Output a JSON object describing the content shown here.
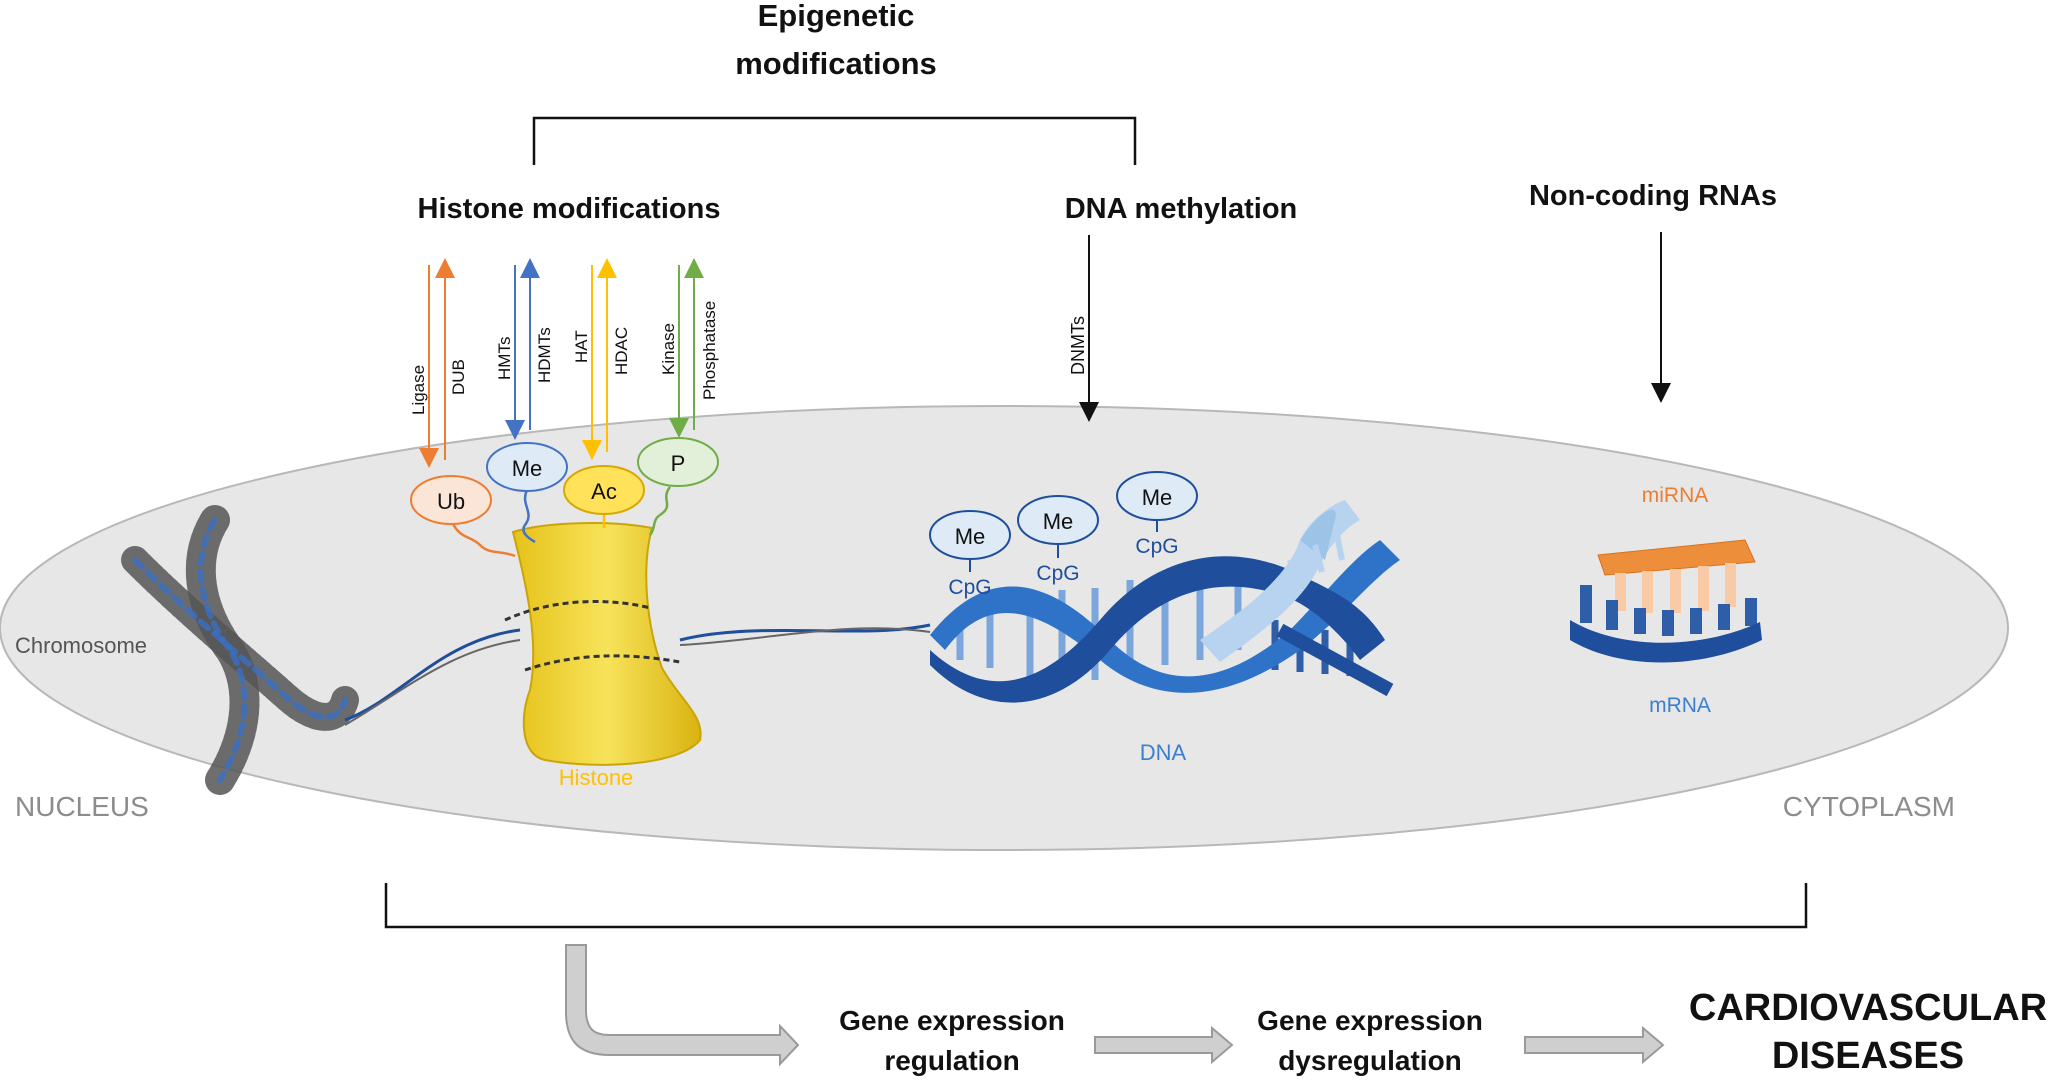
{
  "header": {
    "title_line1": "Epigenetic",
    "title_line2": "modifications"
  },
  "branches": {
    "histone": "Histone modifications",
    "dna_methylation": "DNA methylation",
    "ncrna": "Non-coding RNAs"
  },
  "enzymes": {
    "ligase": "Ligase",
    "dub": "DUB",
    "hmts": "HMTs",
    "hdmts": "HDMTs",
    "hat": "HAT",
    "hdac": "HDAC",
    "kinase": "Kinase",
    "phosphatase": "Phosphatase",
    "dnmts": "DNMTs"
  },
  "marks": {
    "ub": "Ub",
    "me": "Me",
    "ac": "Ac",
    "p": "P",
    "cpg": "CpG"
  },
  "labels": {
    "chromosome": "Chromosome",
    "histone": "Histone",
    "dna": "DNA",
    "mirna": "miRNA",
    "mrna": "mRNA",
    "nucleus": "NUCLEUS",
    "cytoplasm": "CYTOPLASM"
  },
  "flow": {
    "step1_line1": "Gene expression",
    "step1_line2": "regulation",
    "step2_line1": "Gene expression",
    "step2_line2": "dysregulation",
    "outcome_line1": "CARDIOVASCULAR",
    "outcome_line2": "DISEASES"
  },
  "colors": {
    "ubiquitin": "#ed7d31",
    "methyl": "#4472c4",
    "acetyl": "#ffc000",
    "phospho": "#70ad47",
    "nucleus_fill": "#e7e7e7",
    "histone_fill": "#f0d12a",
    "dna_dark": "#1f4e9c",
    "dna_light": "#9dc3e6",
    "mirna": "#f4a460"
  }
}
